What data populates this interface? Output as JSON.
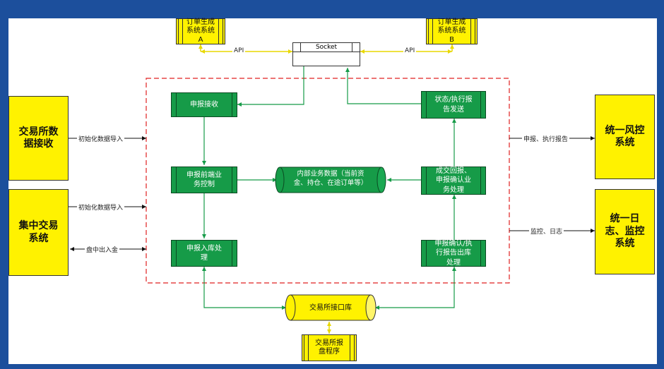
{
  "top_systems": {
    "a": "订单生成\n系统系统\nA",
    "b": "订单生成\n系统系统\nB"
  },
  "socket": {
    "label": "Socket"
  },
  "api_labels": {
    "left": "API",
    "right": "API"
  },
  "left_systems": {
    "exchange_receive": "交易所数\n据接收",
    "centralized": "集中交易\n系统"
  },
  "left_labels": {
    "init_import_1": "初始化数据导入",
    "init_import_2": "初始化数据导入",
    "intraday_funds": "盘中出入金"
  },
  "right_systems": {
    "risk": "统一风控\n系统",
    "log_monitor": "统一日\n志、监控\n系统"
  },
  "right_labels": {
    "report_exec": "申报、执行报告",
    "monitor_log": "监控、日志"
  },
  "process": {
    "report_receive": "申报接收",
    "pre_control": "申报前端业\n务控制",
    "report_store": "申报入库处\n理",
    "status_send": "状态/执行报\n告发送",
    "fill_confirm": "成交回报、\n申报确认业\n务处理",
    "confirm_out": "申报确认/执\n行报告出库\n处理"
  },
  "internal_data": "内部业务数据（当前资\n金、持仓、在途订单等）",
  "exchange_interface_db": "交易所接口库",
  "exchange_report_program": "交易所报\n盘程序",
  "colors": {
    "background": "#1c4f9c",
    "yellow": "#fff200",
    "green": "#169b48",
    "dashed_border": "#e02020"
  }
}
